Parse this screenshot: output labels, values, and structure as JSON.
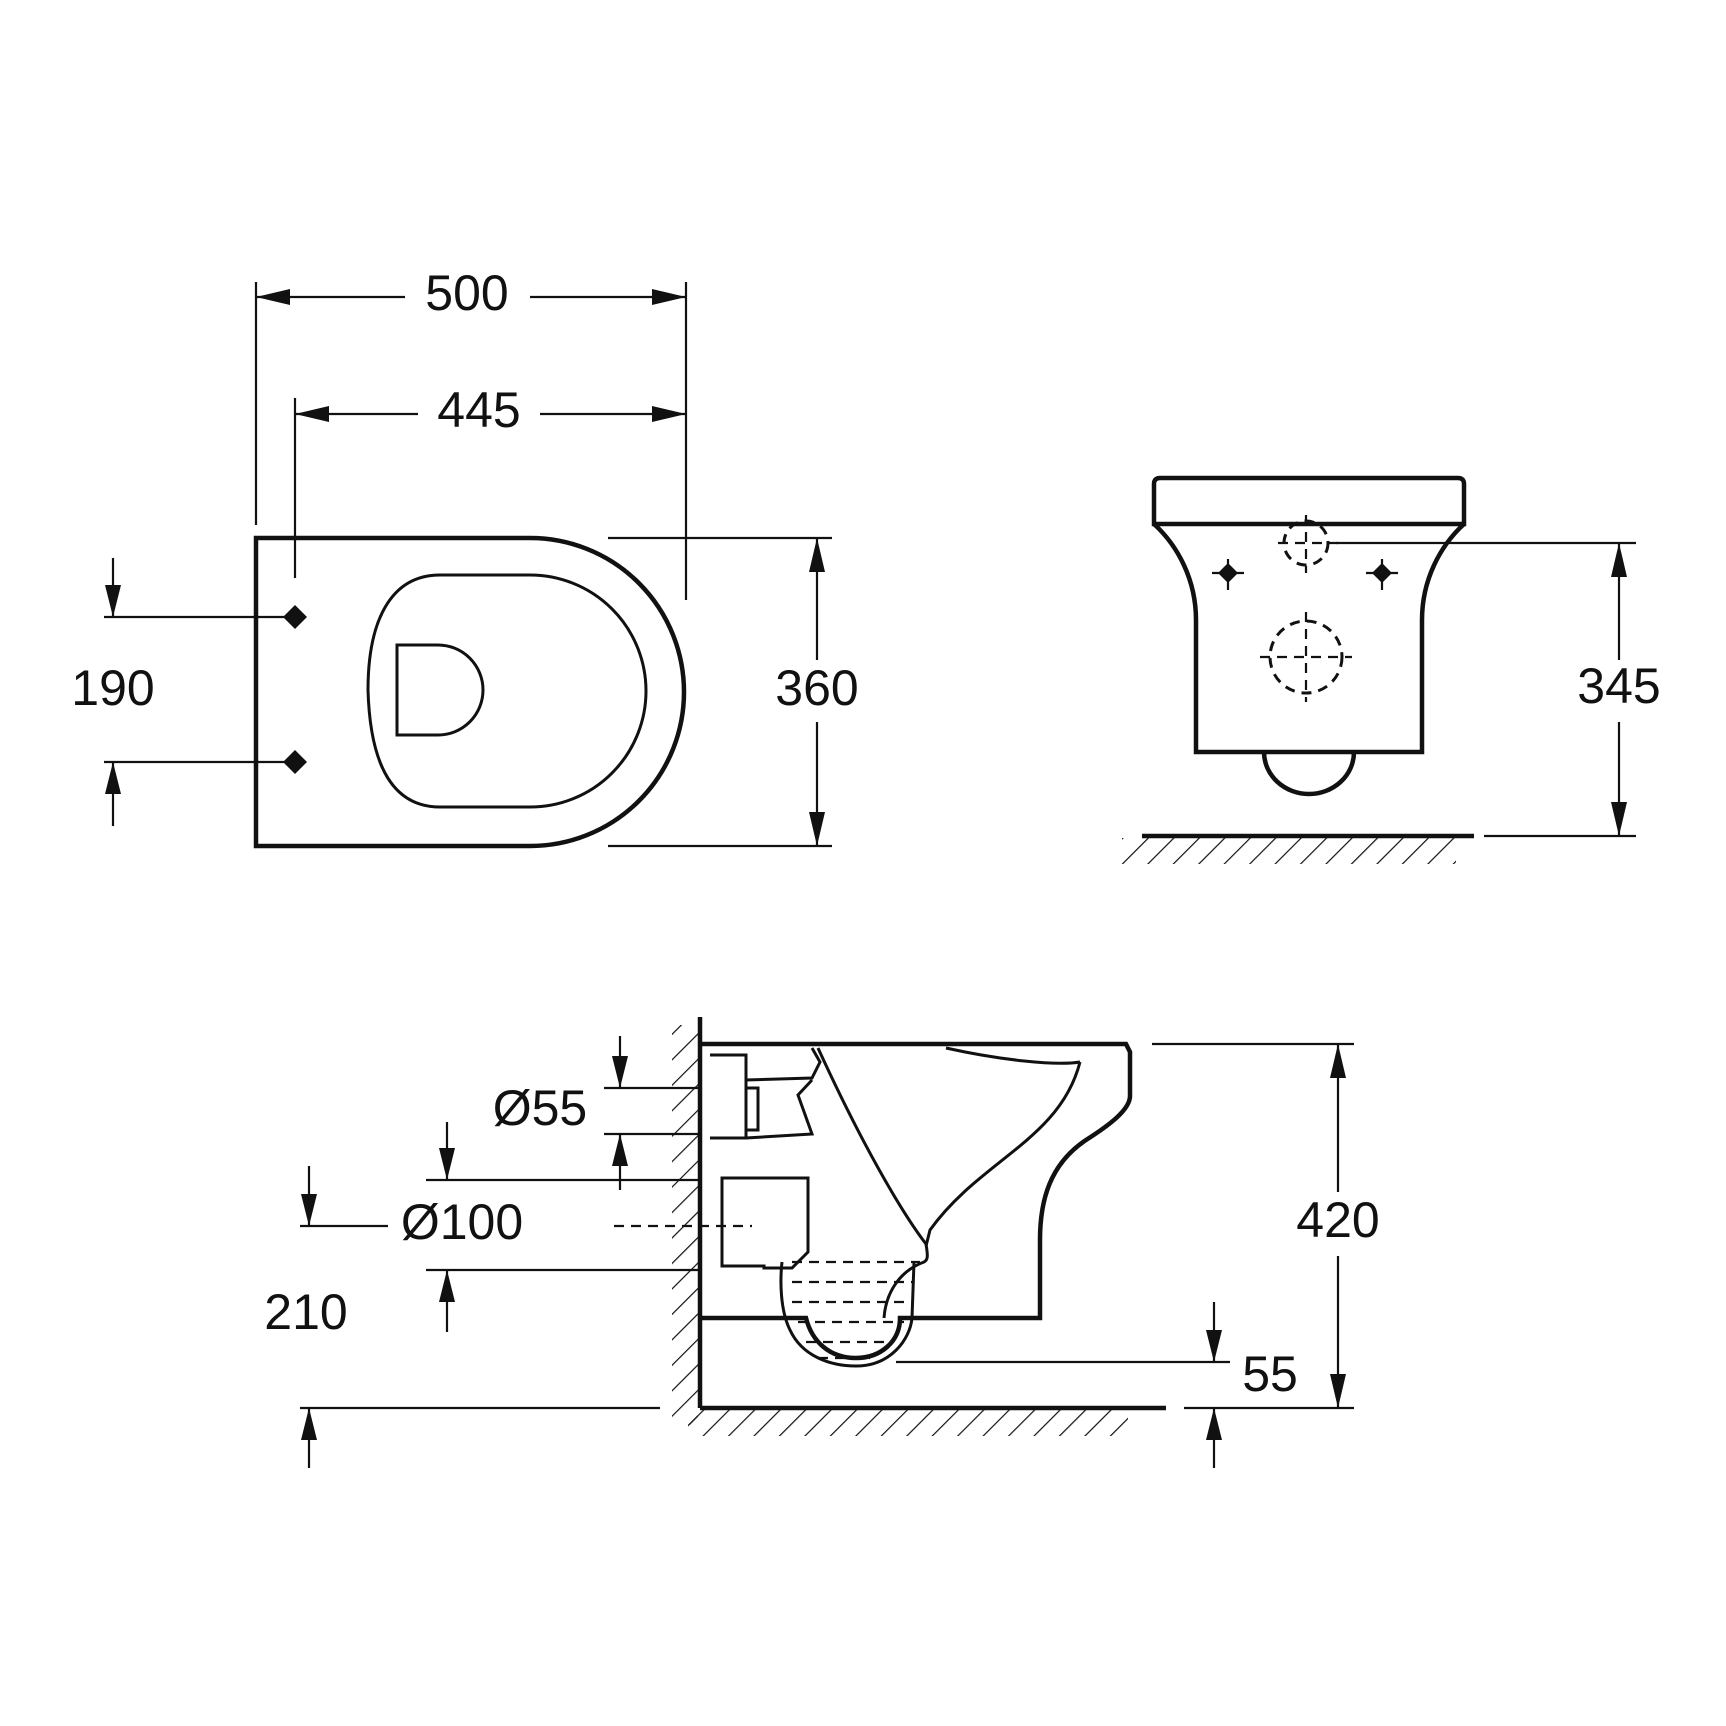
{
  "top_view": {
    "overall_length": "500",
    "fixing_to_front": "445",
    "width": "360",
    "fixing_spacing": "190"
  },
  "front_view": {
    "fixing_height": "345"
  },
  "side_view": {
    "inlet_diameter": "Ø55",
    "outlet_diameter": "Ø100",
    "outlet_height": "210",
    "height": "420",
    "bowl_clearance": "55"
  }
}
